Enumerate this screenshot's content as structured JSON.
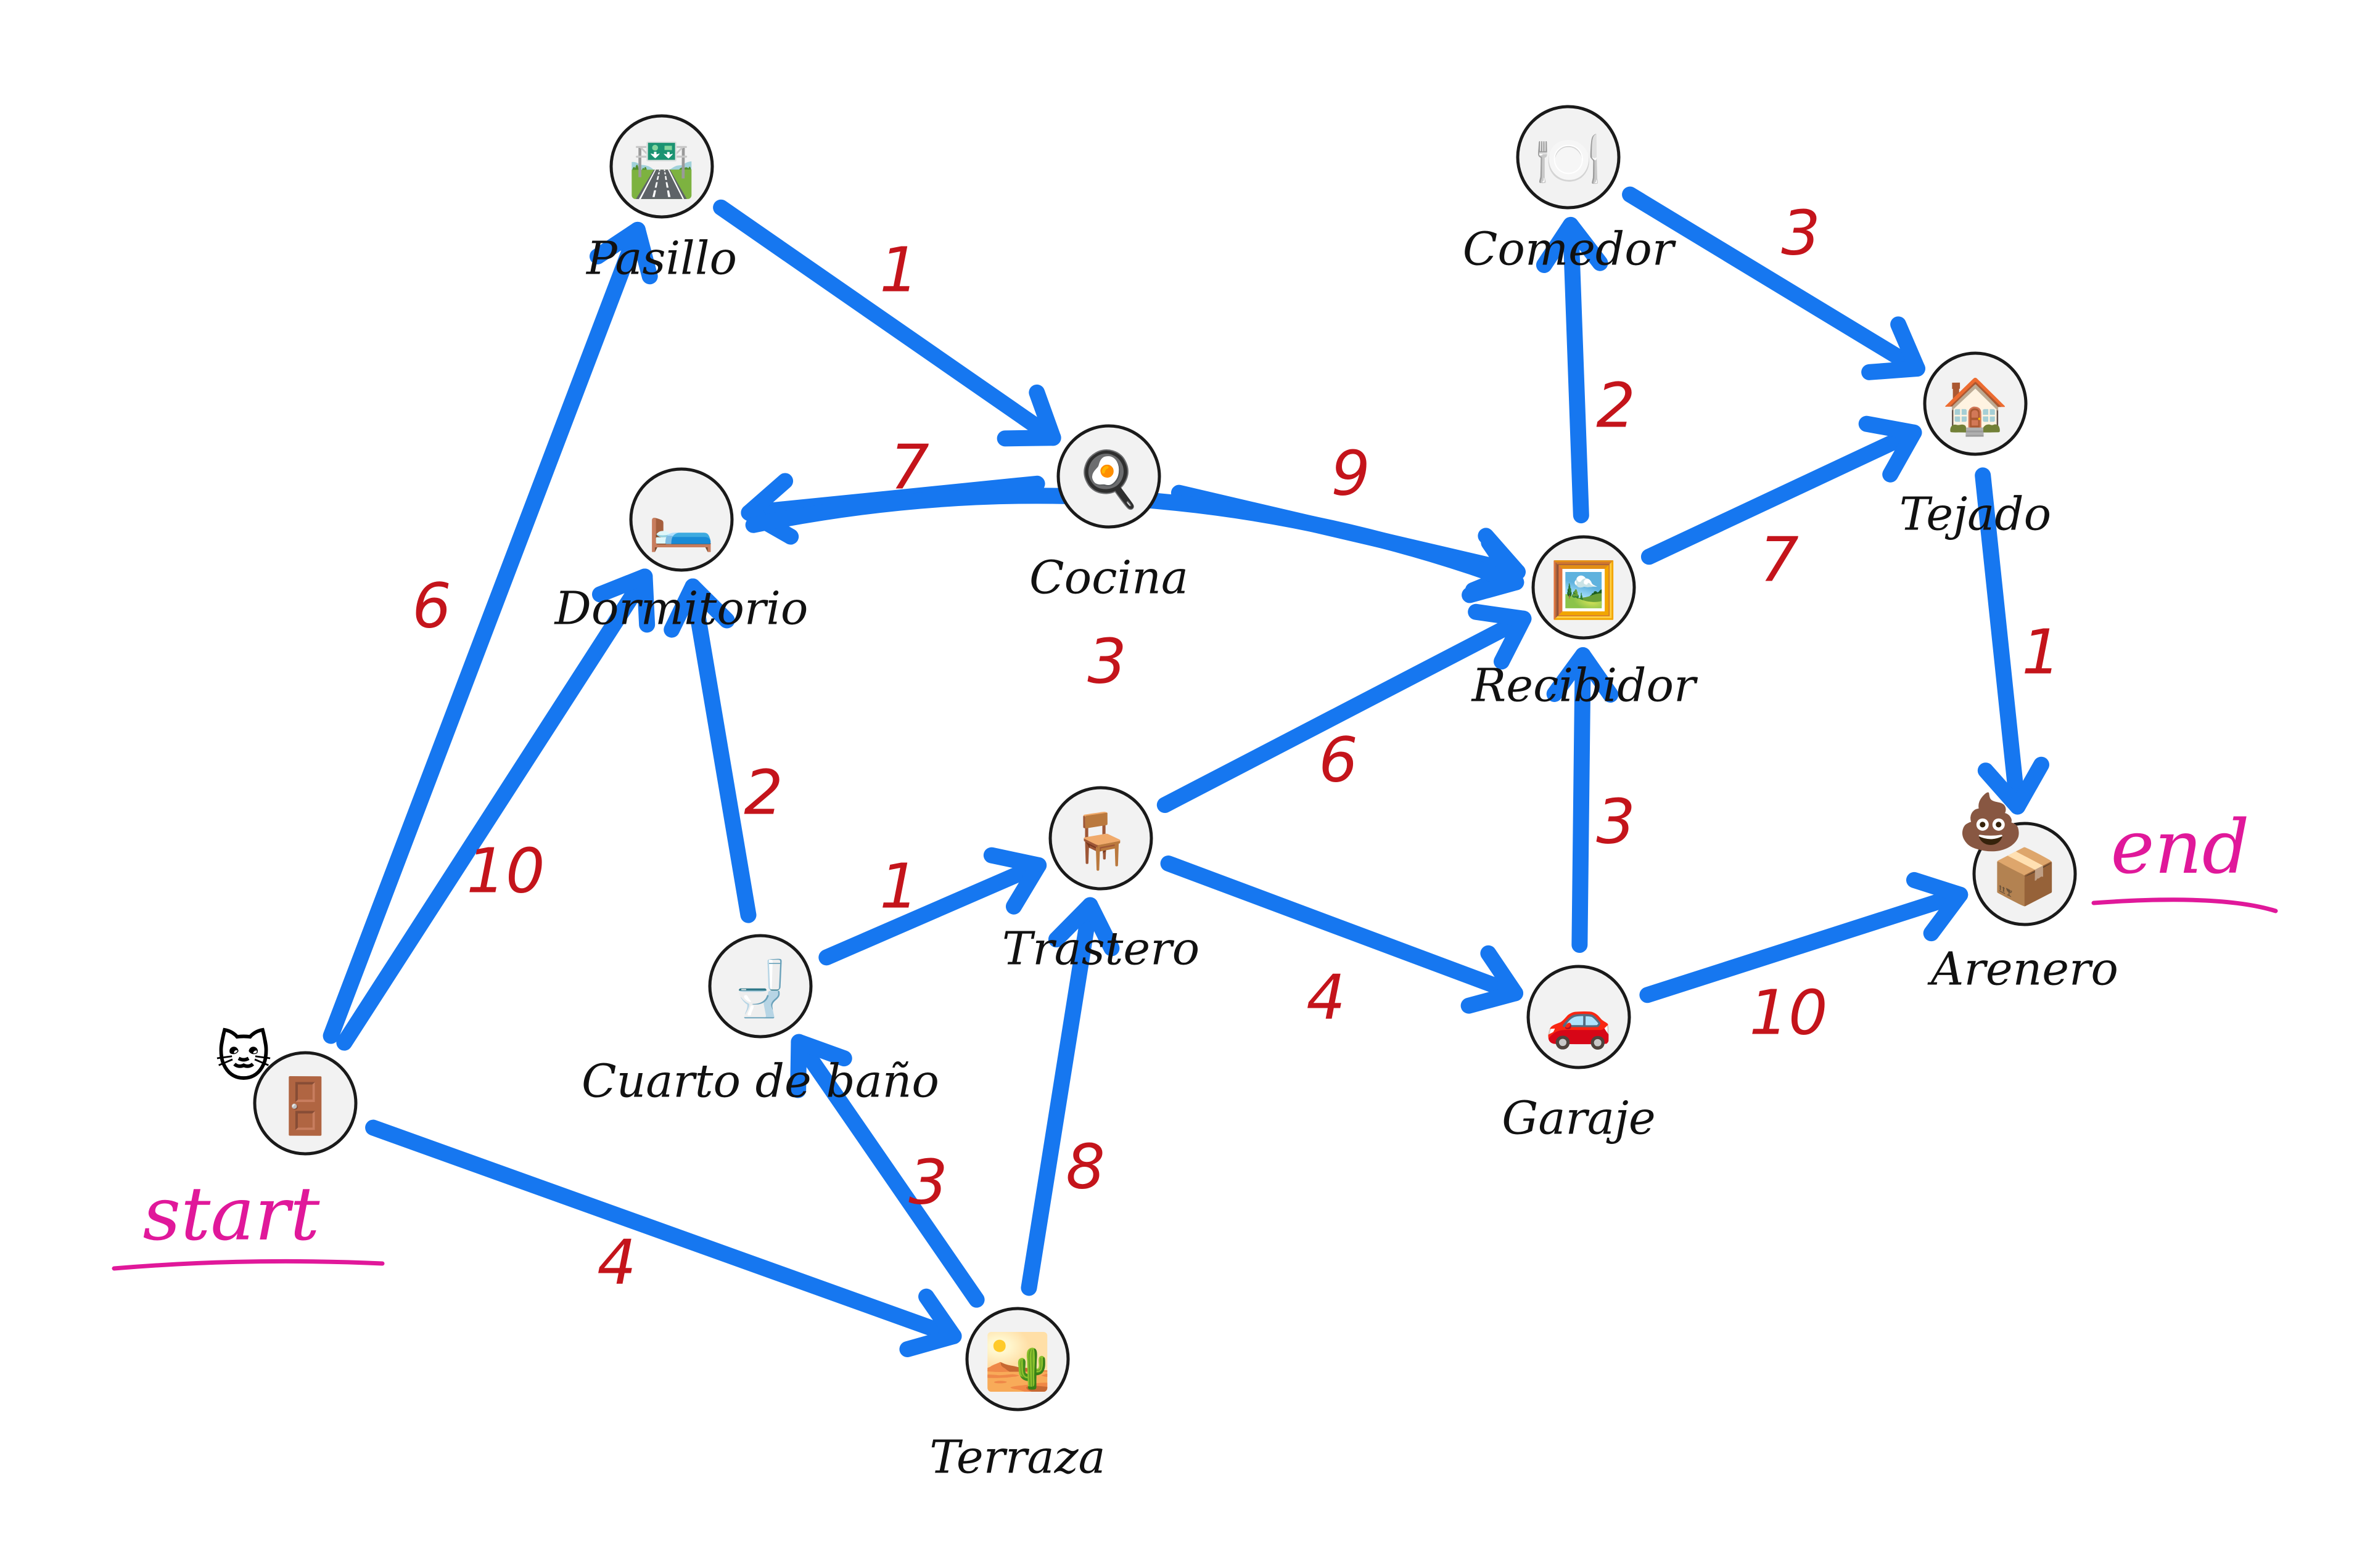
{
  "colors": {
    "edge": "#1677f0",
    "weight": "#c4141b",
    "marker": "#e0189a",
    "node_fill": "#f2f2f2",
    "node_stroke": "#1a1a1a"
  },
  "markers": {
    "start": "start",
    "end": "end"
  },
  "nodes": [
    {
      "id": "pasillo",
      "label": "Pasillo",
      "icon": "highway-icon"
    },
    {
      "id": "cocina",
      "label": "Cocina",
      "icon": "frying-pan-icon"
    },
    {
      "id": "dormitorio",
      "label": "Dormitorio",
      "icon": "bed-icon"
    },
    {
      "id": "comedor",
      "label": "Comedor",
      "icon": "plate-cutlery-icon"
    },
    {
      "id": "tejado",
      "label": "Tejado",
      "icon": "house-icon"
    },
    {
      "id": "recibidor",
      "label": "Recibidor",
      "icon": "framed-picture-icon"
    },
    {
      "id": "trastero",
      "label": "Trastero",
      "icon": "chair-icon"
    },
    {
      "id": "bano",
      "label": "Cuarto de baño",
      "icon": "toilet-icon"
    },
    {
      "id": "garaje",
      "label": "Garaje",
      "icon": "car-icon"
    },
    {
      "id": "arenero",
      "label": "Arenero",
      "icon": "box-icon"
    },
    {
      "id": "start",
      "label": "",
      "icon": "door-icon"
    },
    {
      "id": "terraza",
      "label": "Terraza",
      "icon": "desert-icon"
    }
  ],
  "extra_icons": [
    {
      "near": "start",
      "icon": "cat-face-icon"
    },
    {
      "near": "arenero",
      "icon": "poop-icon"
    }
  ],
  "edges": [
    {
      "from": "start",
      "to": "pasillo",
      "weight": "6"
    },
    {
      "from": "start",
      "to": "dormitorio",
      "weight": "10"
    },
    {
      "from": "start",
      "to": "terraza",
      "weight": "4"
    },
    {
      "from": "pasillo",
      "to": "cocina",
      "weight": "1"
    },
    {
      "from": "cocina",
      "to": "dormitorio",
      "weight": "7"
    },
    {
      "from": "cocina",
      "to": "recibidor",
      "weight": "9"
    },
    {
      "from": "dormitorio",
      "to": "recibidor",
      "weight": "3"
    },
    {
      "from": "bano",
      "to": "dormitorio",
      "weight": "2"
    },
    {
      "from": "bano",
      "to": "trastero",
      "weight": "1"
    },
    {
      "from": "terraza",
      "to": "bano",
      "weight": "3"
    },
    {
      "from": "terraza",
      "to": "trastero",
      "weight": "8"
    },
    {
      "from": "trastero",
      "to": "recibidor",
      "weight": "6"
    },
    {
      "from": "trastero",
      "to": "garaje",
      "weight": "4"
    },
    {
      "from": "garaje",
      "to": "recibidor",
      "weight": "3"
    },
    {
      "from": "garaje",
      "to": "arenero",
      "weight": "10"
    },
    {
      "from": "recibidor",
      "to": "comedor",
      "weight": "2"
    },
    {
      "from": "recibidor",
      "to": "tejado",
      "weight": "7"
    },
    {
      "from": "comedor",
      "to": "tejado",
      "weight": "3"
    },
    {
      "from": "tejado",
      "to": "arenero",
      "weight": "1"
    }
  ]
}
